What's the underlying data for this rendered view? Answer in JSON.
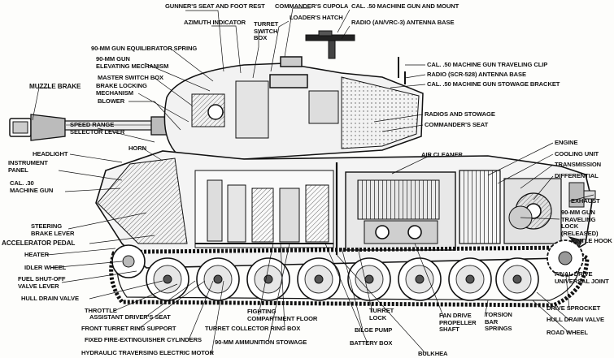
{
  "labels": {
    "gunners_seat": "GUNNER'S SEAT AND FOOT REST",
    "commanders_cupola": "COMMANDER'S CUPOLA",
    "cal50_mg_mount": "CAL. .50 MACHINE GUN AND MOUNT",
    "azimuth_indicator": "AZIMUTH INDICATOR",
    "loaders_hatch": "LOADER'S HATCH",
    "radio_antenna_base": "RADIO (AN/VRC-3) ANTENNA BASE",
    "turret_switch_box": "TURRET\nSWITCH\nBOX",
    "equilibrator_spring": "90-MM GUN EQUILIBRATOR SPRING",
    "elevating_mechanism": "90-MM GUN\nELEVATING MECHANISM",
    "mg_traveling_clip": "CAL. .50 MACHINE GUN TRAVELING CLIP",
    "radio_scr528": "RADIO (SCR-528) ANTENNA BASE",
    "mg_stowage_bracket": "CAL. .50 MACHINE GUN STOWAGE BRACKET",
    "master_switch_box": "MASTER SWITCH BOX",
    "muzzle_brake": "MUZZLE BRAKE",
    "brake_locking": "BRAKE LOCKING\nMECHANISM",
    "blower": "BLOWER",
    "radios_stowage": "RADIOS AND STOWAGE",
    "commanders_seat": "COMMANDER'S SEAT",
    "speed_range": "SPEED RANGE\nSELECTOR LEVER",
    "headlight": "HEADLIGHT",
    "horn": "HORN",
    "instrument_panel": "INSTRUMENT\nPANEL",
    "cal30_mg": "CAL. .30\nMACHINE GUN",
    "air_cleaner": "AIR CLEANER",
    "engine": "ENGINE",
    "cooling_unit": "COOLING UNIT",
    "transmission": "TRANSMISSION",
    "differential": "DIFFERENTIAL",
    "exhaust": "EXHAUST",
    "gun_traveling_lock": "90-MM GUN\nTRAVELING\nLOCK\n(RELEASED)",
    "steering_brake": "STEERING\nBRAKE LEVER",
    "accelerator_pedal": "ACCELERATOR PEDAL",
    "heater": "HEATER",
    "idler_wheel": "IDLER WHEEL",
    "fuel_shutoff": "FUEL SHUT-OFF\nVALVE LEVER",
    "hull_drain_valve_front": "HULL DRAIN VALVE",
    "throttle": "THROTTLE",
    "pintle_hook": "PINTLE HOOK",
    "final_drive": "FINAL DRIVE\nUNIVERSAL JOINT",
    "drive_sprocket": "DRIVE SPROCKET",
    "hull_drain_valve_rear": "HULL DRAIN VALVE",
    "road_wheel": "ROAD WHEEL",
    "assistant_drivers_seat": "ASSISTANT DRIVER'S SEAT",
    "front_turret_ring": "FRONT TURRET RING SUPPORT",
    "fire_extinguisher": "FIXED FIRE-EXTINGUISHER CYLINDERS",
    "hydraulic_motor": "HYDRAULIC TRAVERSING ELECTRIC MOTOR",
    "fighting_floor": "FIGHTING\nCOMPARTMENT FLOOR",
    "turret_lock": "TURRET\nLOCK",
    "fan_drive": "FAN DRIVE\nPROPELLER\nSHAFT",
    "torsion_bar": "TORSION\nBAR\nSPRINGS",
    "turret_collector": "TURRET COLLECTOR RING BOX",
    "bilge_pump": "BILGE PUMP",
    "ammo_stowage": "90-MM AMMUNITION STOWAGE",
    "battery_box": "BATTERY BOX",
    "bulkhead": "BULKHEA"
  }
}
